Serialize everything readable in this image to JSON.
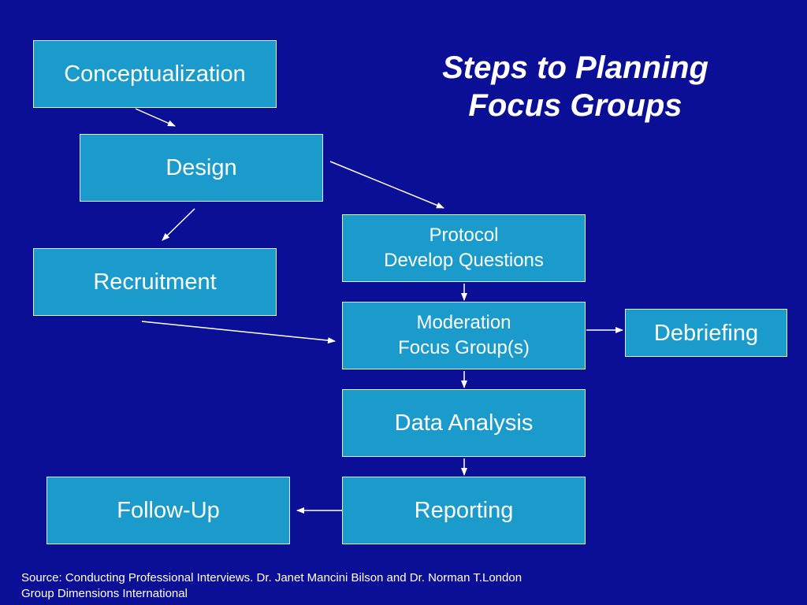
{
  "slide": {
    "title_lines": [
      "Steps to Planning",
      "Focus Groups"
    ],
    "boxes": {
      "conceptualization": "Conceptualization",
      "design": "Design",
      "recruitment": "Recruitment",
      "protocol_line1": "Protocol",
      "protocol_line2": "Develop Questions",
      "moderation_line1": "Moderation",
      "moderation_line2": "Focus Group(s)",
      "debriefing": "Debriefing",
      "data_analysis": "Data Analysis",
      "reporting": "Reporting",
      "follow_up": "Follow-Up"
    },
    "source_lines": [
      "Source: Conducting Professional Interviews. Dr. Janet Mancini Bilson and Dr. Norman T.London",
      "Group Dimensions International"
    ]
  },
  "colors": {
    "background": "#0b0f96",
    "box_fill": "#1a9bcc",
    "box_border": "#d7eef8",
    "text": "#ffffff"
  }
}
